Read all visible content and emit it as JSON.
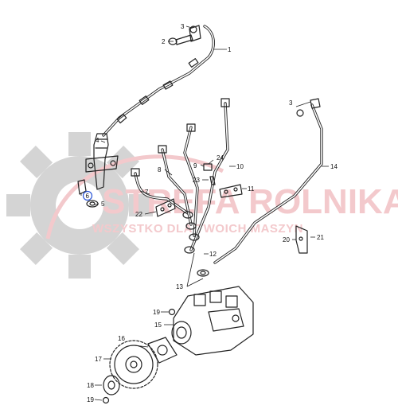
{
  "watermark": {
    "title": "STREFA ROLNIKA",
    "subtitle": "WSZYSTKO DLA TWOICH MASZYN"
  },
  "callouts": [
    "1",
    "2",
    "3",
    "4",
    "5",
    "6",
    "7",
    "8",
    "9",
    "10",
    "11",
    "12",
    "13",
    "14",
    "15",
    "16",
    "17",
    "18",
    "19",
    "20",
    "21",
    "22",
    "23",
    "24"
  ],
  "highlighted_callout": "6",
  "colors": {
    "highlight_circle": "#2a55d6",
    "watermark": "#f3c9cc",
    "gear": "#d4d4d4"
  }
}
